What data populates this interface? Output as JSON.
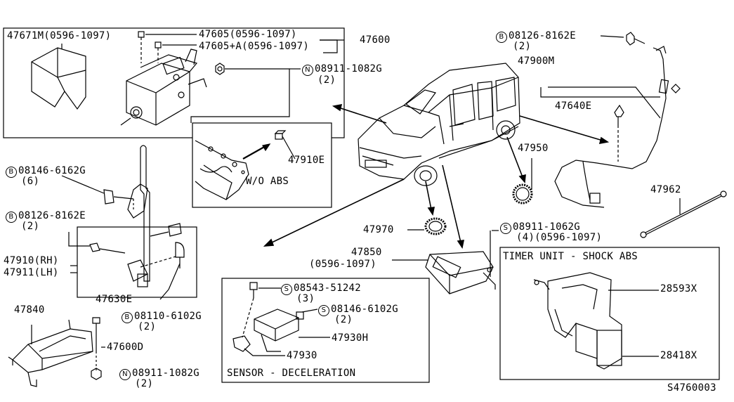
{
  "diagram_id": "S4760003",
  "labels": {
    "p47671m": "47671M(0596-1097)",
    "p47605": "47605(0596-1097)",
    "p47605a": "47605+A(0596-1097)",
    "p47600": "47600",
    "n08911_1082g_top": "08911-1082G",
    "n08911_1082g_top_qty": "(2)",
    "p47910e": "47910E",
    "wo_abs": "W/O ABS",
    "b08146_6162g": "08146-6162G",
    "b08146_6162g_qty": "(6)",
    "b08126_8162e_left": "08126-8162E",
    "b08126_8162e_left_qty": "(2)",
    "p47910": "47910(RH)",
    "p47911": "47911(LH)",
    "p47630e": "47630E",
    "b08110_6102g": "08110-6102G",
    "b08110_6102g_qty": "(2)",
    "p47840": "47840",
    "p47600d": "47600D",
    "n08911_1082g_bottom": "08911-1082G",
    "n08911_1082g_bottom_qty": "(2)",
    "b08126_8162e_right": "08126-8162E",
    "b08126_8162e_right_qty": "(2)",
    "p47900m": "47900M",
    "p47640e": "47640E",
    "p47950": "47950",
    "p47962": "47962",
    "p47970": "47970",
    "s08911_1062g": "08911-1062G",
    "s08911_1062g_qty": "(4)(0596-1097)",
    "p47850": "47850",
    "p47850_range": "(0596-1097)",
    "timer_unit_title": "TIMER UNIT - SHOCK ABS",
    "p28593x": "28593X",
    "p28418x": "28418X",
    "s08543_51242": "08543-51242",
    "s08543_51242_qty": "(3)",
    "s08146_6102g": "08146-6102G",
    "s08146_6102g_qty": "(2)",
    "p47930h": "47930H",
    "p47930": "47930",
    "sensor_title": "SENSOR - DECELERATION"
  },
  "symbols": {
    "bolt": "B",
    "nut": "N",
    "screw": "S"
  }
}
